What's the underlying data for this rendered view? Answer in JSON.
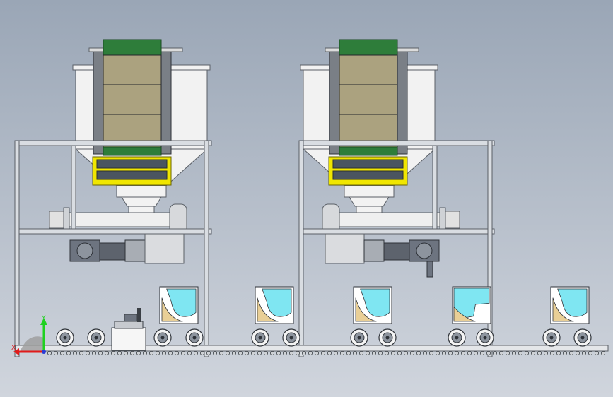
{
  "viewport": {
    "background_top": "#9aa6b6",
    "background_bottom": "#d0d5dd"
  },
  "colors": {
    "frame": "#d9dde2",
    "frame_edge": "#5a5f66",
    "hopper_body": "#f2f2f2",
    "packed_bag": "#aba27f",
    "bag_top": "#2e7d3a",
    "clamp_yellow": "#f0e600",
    "clamp_dark": "#4a5560",
    "motor_dark": "#6d7480",
    "conveyor": "#e4e6e9",
    "product_cyan": "#7fe6f2",
    "product_tan": "#e9cf96"
  },
  "stations": [
    {
      "id": "station-1",
      "motor_side": "left"
    },
    {
      "id": "station-2",
      "motor_side": "right"
    }
  ],
  "product_cards": [
    {
      "id": 1,
      "shape": "cup"
    },
    {
      "id": 2,
      "shape": "cup"
    },
    {
      "id": 3,
      "shape": "cup"
    },
    {
      "id": 4,
      "shape": "split"
    },
    {
      "id": 5,
      "shape": "cup"
    }
  ],
  "axis_triad": {
    "y_label": "Y",
    "x_label": "X",
    "y_color": "#1fd11f",
    "x_color": "#e01b1b",
    "z_color": "#2b3bd6"
  }
}
